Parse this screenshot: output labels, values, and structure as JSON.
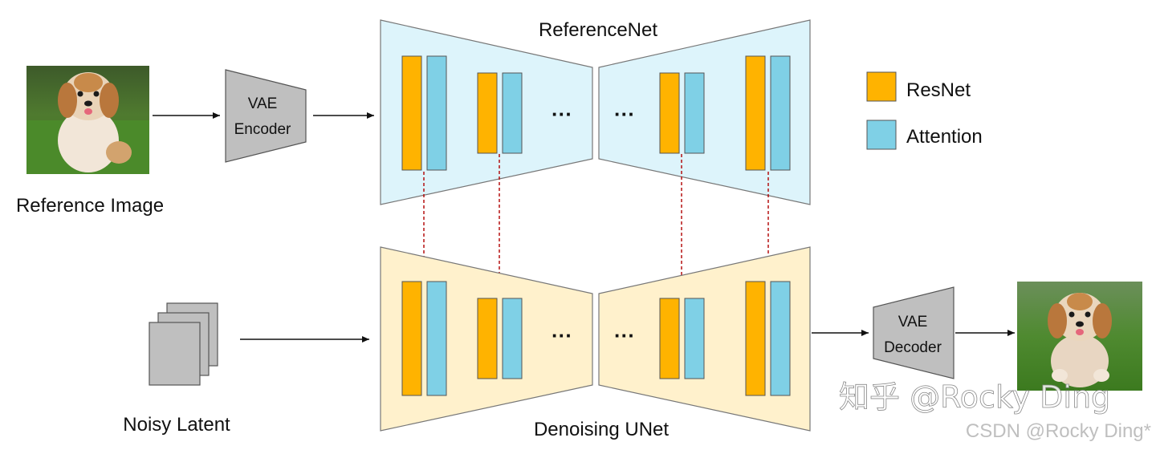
{
  "reference_image_label": "Reference Image",
  "noisy_latent_label": "Noisy Latent",
  "vae_encoder": {
    "line1": "VAE",
    "line2": "Encoder"
  },
  "vae_decoder": {
    "line1": "VAE",
    "line2": "Decoder"
  },
  "reference_net_label": "ReferenceNet",
  "denoising_unet_label": "Denoising UNet",
  "ellipsis": "···",
  "legend": [
    {
      "label": "ResNet",
      "color": "#FFB300"
    },
    {
      "label": "Attention",
      "color": "#7FD0E6"
    }
  ],
  "colors": {
    "reference_net_fill": "#DDF4FB",
    "denoising_unet_fill": "#FFF1CC",
    "vae_fill": "#BFBFBF",
    "resnet": "#FFB300",
    "attention": "#7FD0E6",
    "injection_arrow": "#B00000"
  },
  "watermark": {
    "zhihu": "知乎 @Rocky Ding",
    "csdn": "CSDN @Rocky Ding*"
  }
}
